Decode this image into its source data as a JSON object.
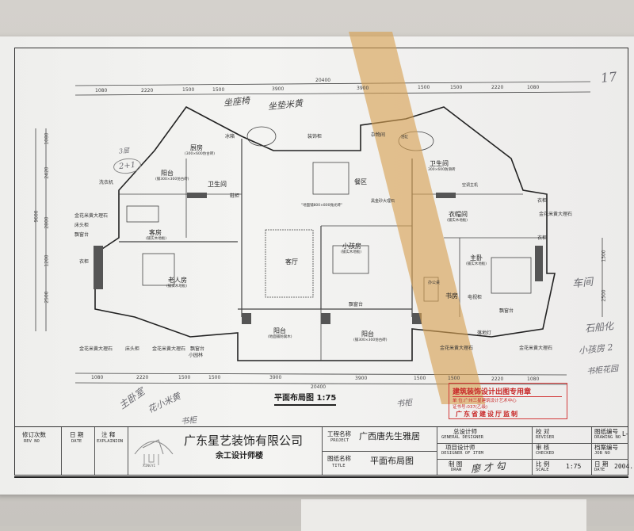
{
  "plan": {
    "title": "平面布局图 1:75",
    "top_dims": [
      "1080",
      "2220",
      "1500",
      "1500",
      "3900",
      "3900",
      "1500",
      "1500",
      "2220",
      "1080"
    ],
    "bottom_dims": [
      "1080",
      "2220",
      "1500",
      "1500",
      "3900",
      "3900",
      "1500",
      "1500",
      "2220",
      "1080"
    ],
    "total_width": "20400",
    "left_dims": [
      "1080",
      "2420",
      "2800",
      "1200",
      "2500"
    ],
    "left_total": "9600",
    "right_dims": [
      "1300",
      "2500"
    ],
    "rooms": {
      "kitchen": "厨房",
      "kitchen_note": "(300×600仿古砖)",
      "fridge": "冰箱",
      "deco_cabinet": "装饰柜",
      "dining": "餐区",
      "storage": "杂物间",
      "bath_right": "卫生间",
      "bath_right_note": "300×600防滑砖",
      "bathtub": "浴缸",
      "balcony_top": "阳台",
      "balcony_top_note": "(铺300×300仿古砖)",
      "bath_left": "卫生间",
      "shoe_cabinet": "鞋柜",
      "washer": "洗衣机",
      "guest": "客房",
      "guest_note": "(铺实木地板)",
      "living": "客厅",
      "living_note": "\"地面铺800×800抛光砖\"",
      "kids": "小孩房",
      "kids_note": "(铺实木地板)",
      "closet": "衣帽间",
      "closet_note": "(铺实木地板)",
      "aircon": "空调主机",
      "master": "主卧",
      "master_note": "(铺实木地板)",
      "study": "书房",
      "desk": "办公桌",
      "elder": "老人房",
      "elder_note": "(铺实木地板)",
      "balcony_bottom": "阳台",
      "balcony_bottom_note": "(地面铺防腐木)",
      "balcony_right": "阳台",
      "balcony_right_note": "(铺300×300仿古砖)",
      "tv_cabinet": "电视柜",
      "floor_lamp": "落地灯",
      "small_garden": "小园林"
    },
    "callouts": {
      "wardrobe": "衣柜",
      "marble": "金花米黄大理石",
      "bay_window": "飘窗台",
      "bedside": "床头柜",
      "black_marble": "黑金砂大理石"
    }
  },
  "handwriting": {
    "top_1": "坐座椅",
    "top_2": "坐垫米黄",
    "circle": "2+1",
    "arrow_note": "3层",
    "right_1": "车间",
    "right_2": "石船化",
    "right_3": "小孩房 2",
    "right_4": "书柜花园",
    "bottom_1": "主卧室",
    "bottom_2": "花小米黄",
    "bottom_3": "书柜",
    "bottom_4": "书柜",
    "corner": "17"
  },
  "stamp": {
    "title": "建筑装饰设计出图专用章",
    "line1": "单 位:广州三星建筑设计艺术中心",
    "line2": "证书号:037(乙级)",
    "line3": "广东省建设厅监制"
  },
  "title_block": {
    "rev_no": "修订次数",
    "rev_no_en": "REV NO",
    "date": "日 期",
    "date_en": "DATE",
    "explain": "注 释",
    "explain_en": "EXPLAINION",
    "logo_text": "XINGYI",
    "company": "广东星艺装饰有限公司",
    "office": "余工设计师楼",
    "project_label": "工程名称",
    "project_label_en": "PROJECT",
    "project": "广西唐先生雅居",
    "title_label": "图纸名称",
    "title_label_en": "TITLE",
    "title": "平面布局图",
    "general_designer": "总设计师",
    "general_designer_en": "GENERAL DESIGNER",
    "item_designer": "项目设计师",
    "item_designer_en": "DESIGNER OF ITEM",
    "draw": "制 图",
    "draw_en": "DRAW",
    "draw_sign": "廖 才 勾",
    "reviser": "校 对",
    "reviser_en": "REVISER",
    "checked": "审 核",
    "checked_en": "CHECKED",
    "scale": "比 例",
    "scale_en": "SCALE",
    "scale_value": "1:75",
    "drawing_no": "图纸编号",
    "drawing_no_en": "DRAWING NO",
    "drawing_no_value": "L-",
    "job_no": "档案编号",
    "job_no_en": "JOB NO",
    "date2": "日 期",
    "date2_en": "DATE",
    "date_value": "2004."
  }
}
